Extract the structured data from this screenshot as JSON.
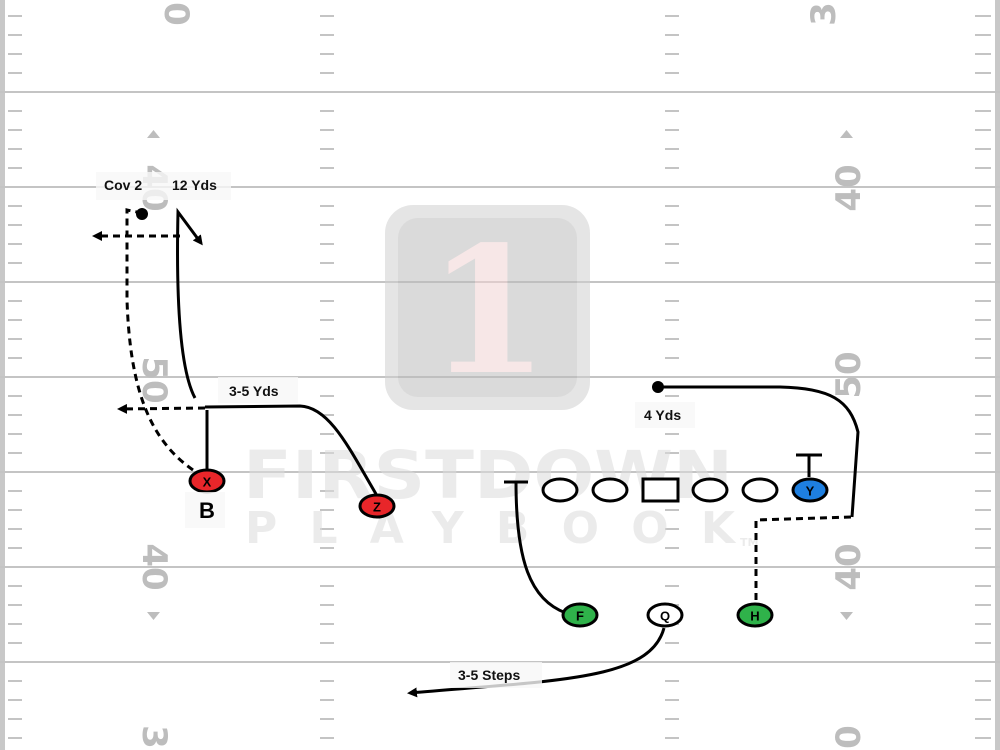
{
  "field": {
    "yard_numbers": [
      "0",
      "3",
      "40",
      "40",
      "50",
      "50",
      "40",
      "40",
      "3",
      "0"
    ]
  },
  "watermark": {
    "logo_text": "1",
    "brand_top": "FIRSTDOWN",
    "brand_bottom": "PLAYBOOK",
    "trademark": "TM"
  },
  "players": {
    "x": {
      "label": "X",
      "color": "#e8262a"
    },
    "z": {
      "label": "Z",
      "color": "#e8262a"
    },
    "y": {
      "label": "Y",
      "color": "#1e7fe0"
    },
    "f": {
      "label": "F",
      "color": "#2fb24a"
    },
    "h": {
      "label": "H",
      "color": "#2fb24a"
    },
    "q": {
      "label": "Q",
      "color": "#ffffff"
    }
  },
  "annotations": {
    "cov2": "Cov 2",
    "yds12": "12 Yds",
    "yds35": "3-5 Yds",
    "yds4": "4 Yds",
    "steps35": "3-5 Steps",
    "b_label": "B"
  }
}
